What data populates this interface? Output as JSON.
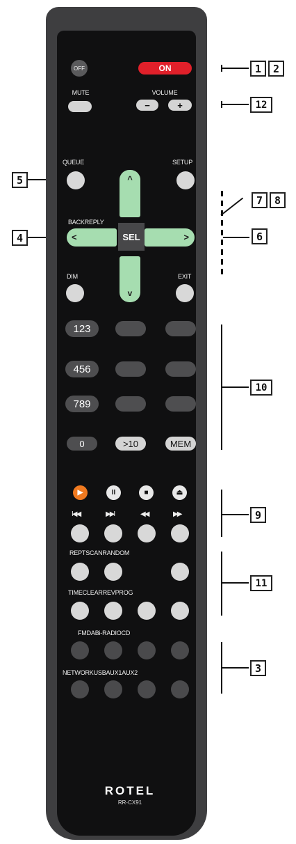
{
  "buttons": {
    "off": "OFF",
    "on": "ON",
    "mute": "MUTE",
    "volume": "VOLUME",
    "vol_minus": "−",
    "vol_plus": "+",
    "queue": "QUEUE",
    "setup": "SETUP",
    "backreply": "BACKREPLY",
    "sel": "SEL",
    "up": "^",
    "down": "v",
    "left": "<",
    "right": ">",
    "dim": "DIM",
    "exit": "EXIT",
    "num123": "123",
    "num456": "456",
    "num789": "789",
    "num0": "0",
    "gt10": ">10",
    "mem": "MEM",
    "row_rept": "REPTSCANRANDOM",
    "row_time": "TIMECLEARREVPROG",
    "row_fm": "FMDABi-RADIOCD",
    "row_net": "NETWORKUSBAUX1AUX2"
  },
  "transport": {
    "play": "▶",
    "pause": "II",
    "stop": "■",
    "eject": "⏏",
    "prev": "I◀◀",
    "next": "▶▶I",
    "rew": "◀◀",
    "ffwd": "▶▶"
  },
  "brand": {
    "logo": "ROTEL",
    "model": "RR-CX91"
  },
  "callouts": {
    "c1": "1",
    "c2": "2",
    "c12": "12",
    "c5": "5",
    "c4": "4",
    "c7": "7",
    "c8": "8",
    "c6": "6",
    "c10": "10",
    "c9": "9",
    "c11": "11",
    "c3": "3"
  },
  "colors": {
    "on_button": "#e0202a",
    "play_button": "#f07a20",
    "dpad": "#a6ddb0"
  }
}
